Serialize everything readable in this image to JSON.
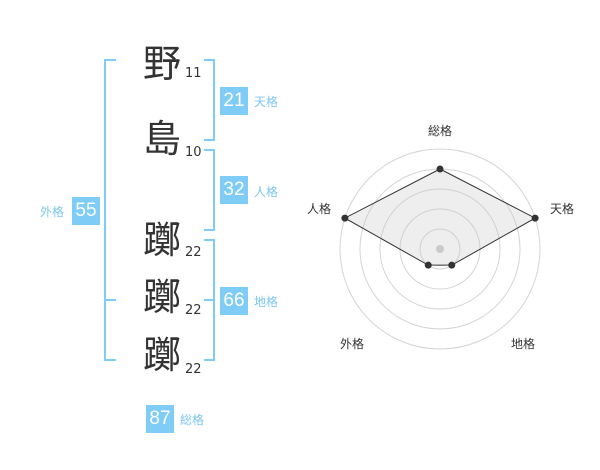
{
  "name_chars": [
    {
      "char": "野",
      "strokes": "11"
    },
    {
      "char": "島",
      "strokes": "10"
    },
    {
      "char": "躑",
      "strokes": "22"
    },
    {
      "char": "躑",
      "strokes": "22"
    },
    {
      "char": "躑",
      "strokes": "22"
    }
  ],
  "scores": {
    "tenkaku": {
      "label": "天格",
      "value": "21"
    },
    "jinkaku": {
      "label": "人格",
      "value": "32"
    },
    "chikaku": {
      "label": "地格",
      "value": "66"
    },
    "gaikaku": {
      "label": "外格",
      "value": "55"
    },
    "soukaku": {
      "label": "総格",
      "value": "87"
    }
  },
  "colors": {
    "accent": "#7fcdf7",
    "label": "#7cc6ee"
  },
  "chart_data": {
    "type": "radar",
    "axes": [
      "総格",
      "天格",
      "地格",
      "外格",
      "人格"
    ],
    "values": [
      4,
      5,
      1,
      1,
      5
    ],
    "range": [
      0,
      5
    ],
    "rings": 5
  }
}
